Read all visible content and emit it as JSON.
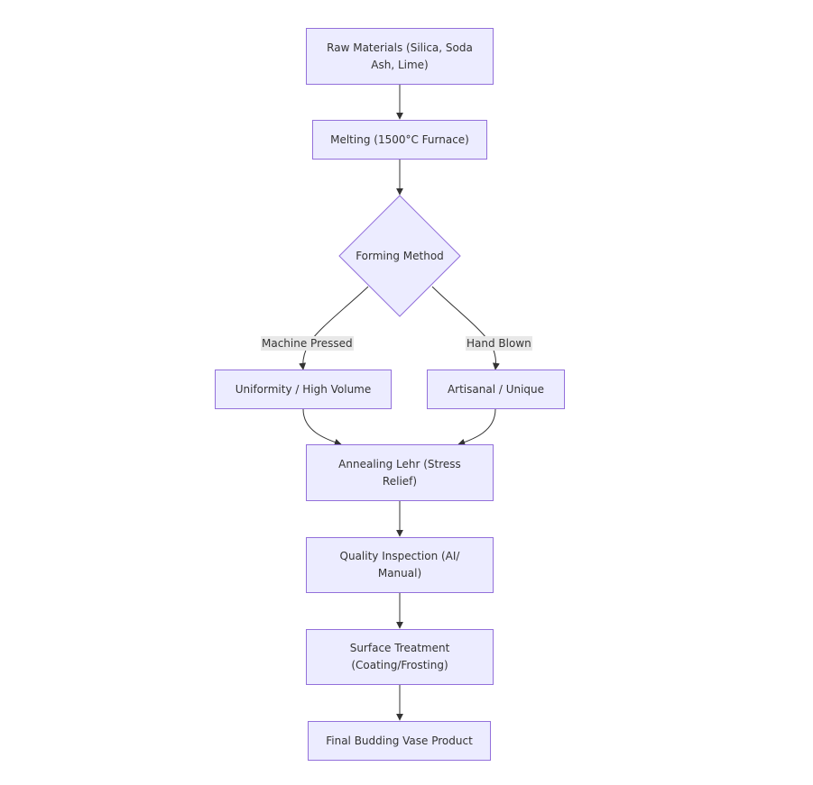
{
  "nodes": {
    "raw_materials": "Raw Materials (Silica, Soda Ash, Lime)",
    "melting": "Melting (1500°C Furnace)",
    "forming_method": "Forming Method",
    "uniformity": "Uniformity / High Volume",
    "artisanal": "Artisanal / Unique",
    "annealing": "Annealing Lehr (Stress Relief)",
    "quality": "Quality Inspection (AI/ Manual)",
    "surface": "Surface Treatment (Coating/Frosting)",
    "final": "Final Budding Vase Product"
  },
  "edge_labels": {
    "machine_pressed": "Machine Pressed",
    "hand_blown": "Hand Blown"
  },
  "colors": {
    "node_fill": "#ececff",
    "node_border": "#9370db",
    "edge": "#333333",
    "edge_label_bg": "#e8e8e8",
    "text": "#333333"
  }
}
